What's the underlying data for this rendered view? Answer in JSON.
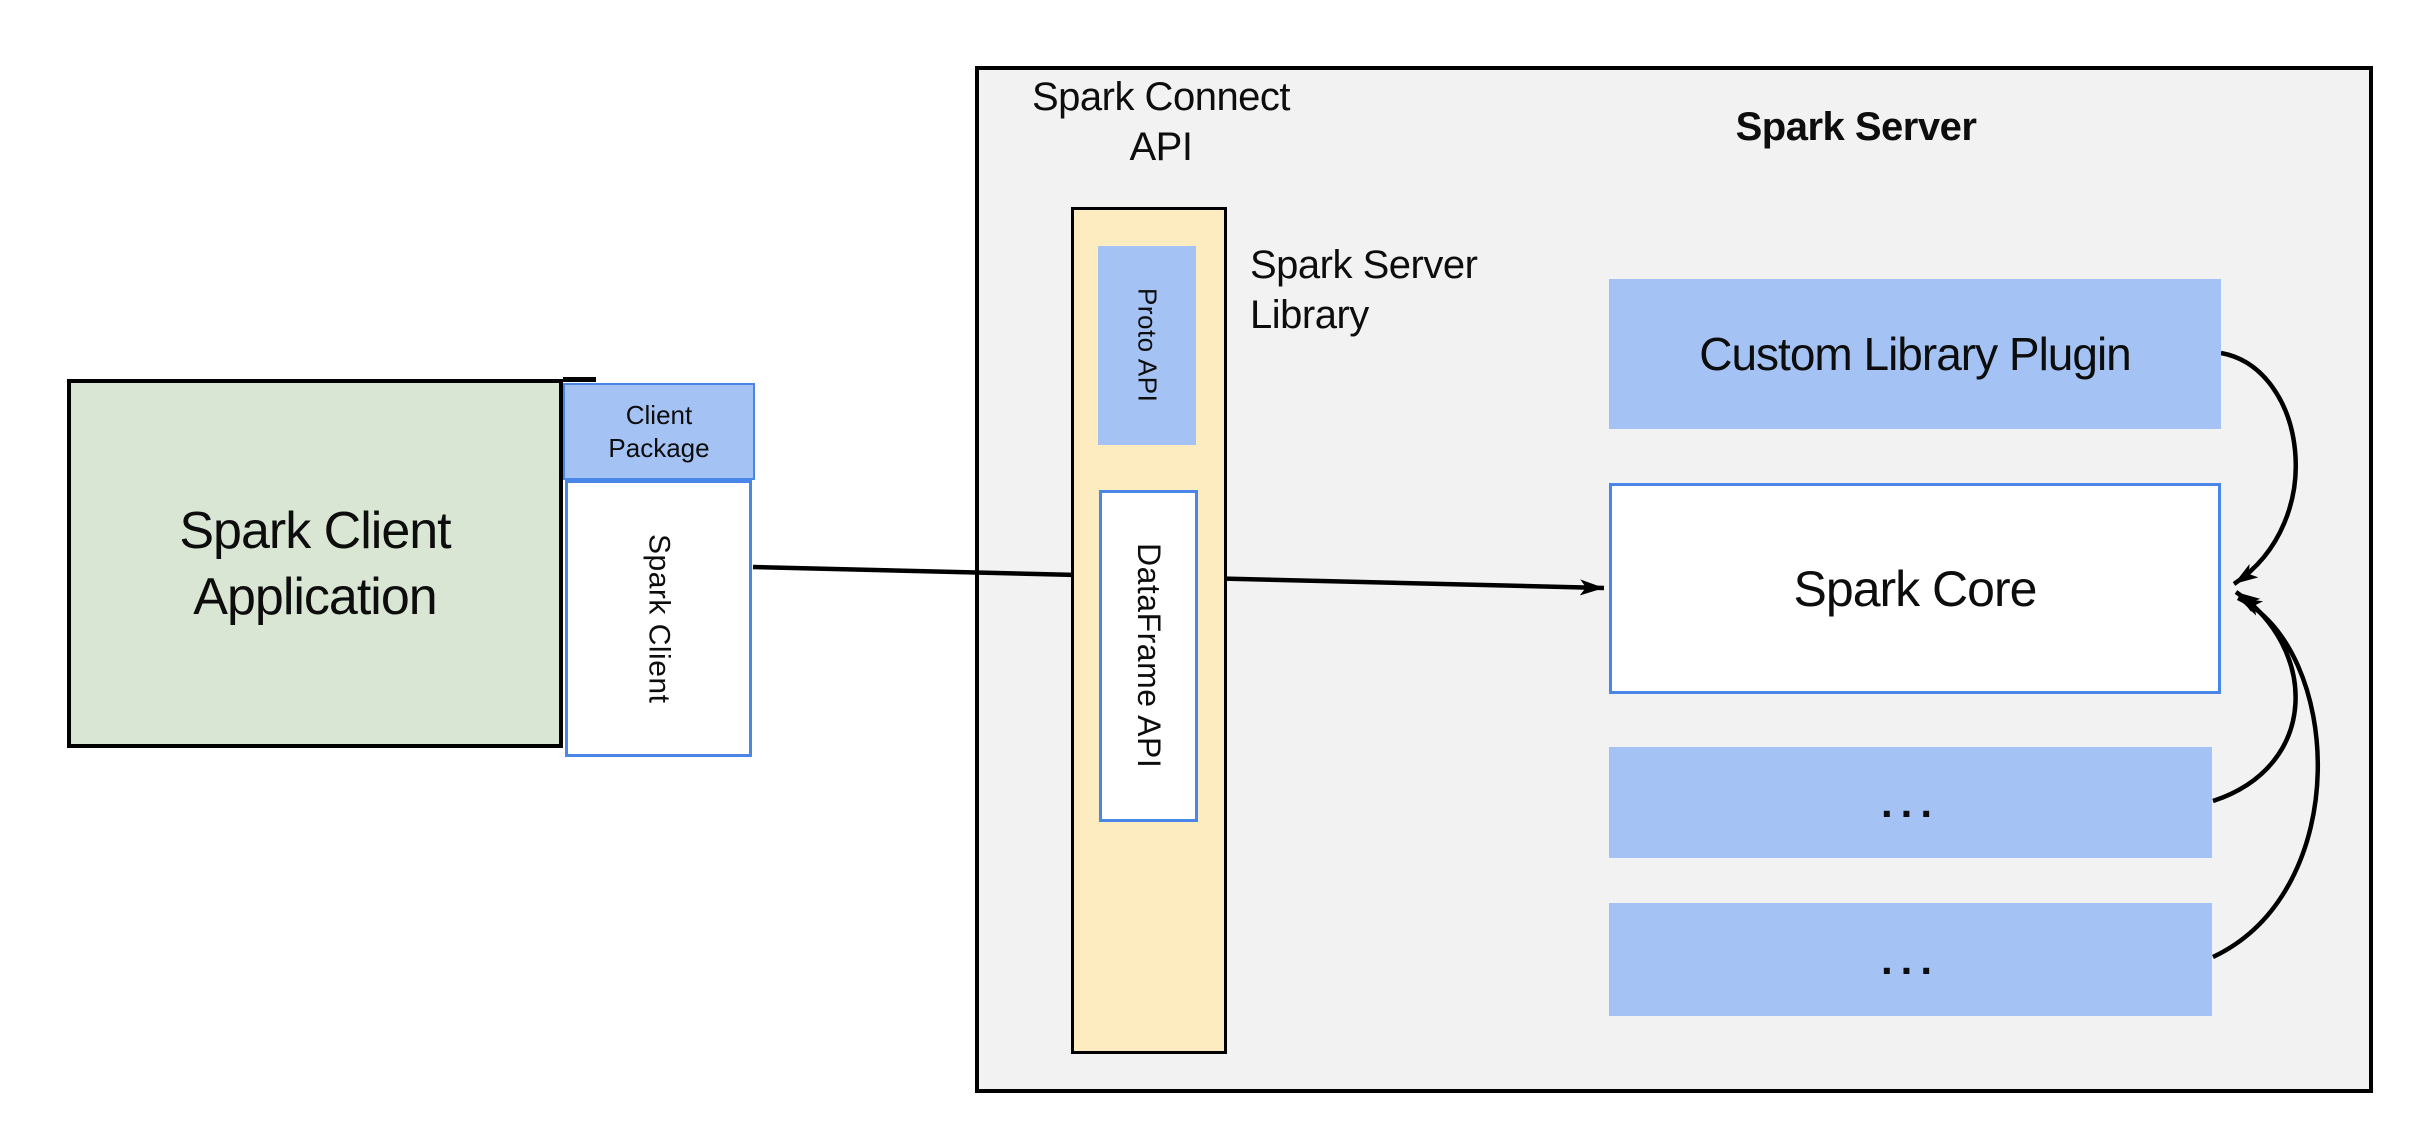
{
  "diagram": {
    "client": {
      "app_label": "Spark Client Application",
      "package_line1": "Client",
      "package_line2": "Package",
      "client_label": "Spark Client"
    },
    "connect": {
      "api_line1": "Spark Connect",
      "api_line2": "API",
      "proto_label": "Proto  API",
      "dataframe_label": "DataFrame API",
      "server_library_line1": "Spark Server",
      "server_library_line2": "Library"
    },
    "server": {
      "title": "Spark Server",
      "plugin_label": "Custom Library Plugin",
      "core_label": "Spark Core",
      "ellipsis_1": "...",
      "ellipsis_2": "..."
    },
    "colors": {
      "box_blue": "#a4c2f4",
      "box_green": "#d9e6d3",
      "box_yellow": "#fcecbf",
      "blue_border": "#4a86e8",
      "container_gray": "#f2f2f2",
      "line_black": "#000000"
    }
  }
}
